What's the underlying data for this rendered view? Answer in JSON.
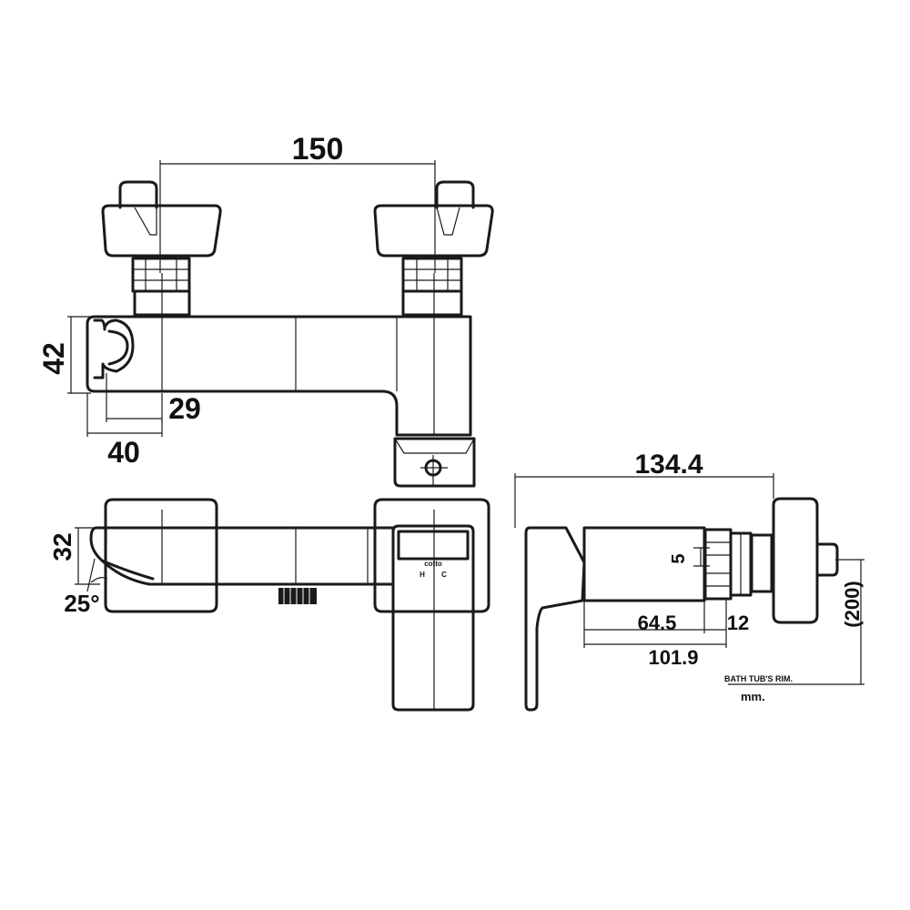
{
  "dimensions": {
    "top_span": "150",
    "depth_42": "42",
    "offset_29": "29",
    "offset_40": "40",
    "height_32": "32",
    "angle": "25°",
    "side_total": "134.4",
    "side_5": "5",
    "side_64": "64.5",
    "side_12": "12",
    "side_101": "101.9",
    "side_200": "(200)"
  },
  "labels": {
    "brand": "cotto",
    "hot": "H",
    "cold": "C",
    "rim": "BATH TUB'S RIM.",
    "unit": "mm."
  },
  "colors": {
    "line": "#1a1a1a",
    "background": "#ffffff"
  }
}
